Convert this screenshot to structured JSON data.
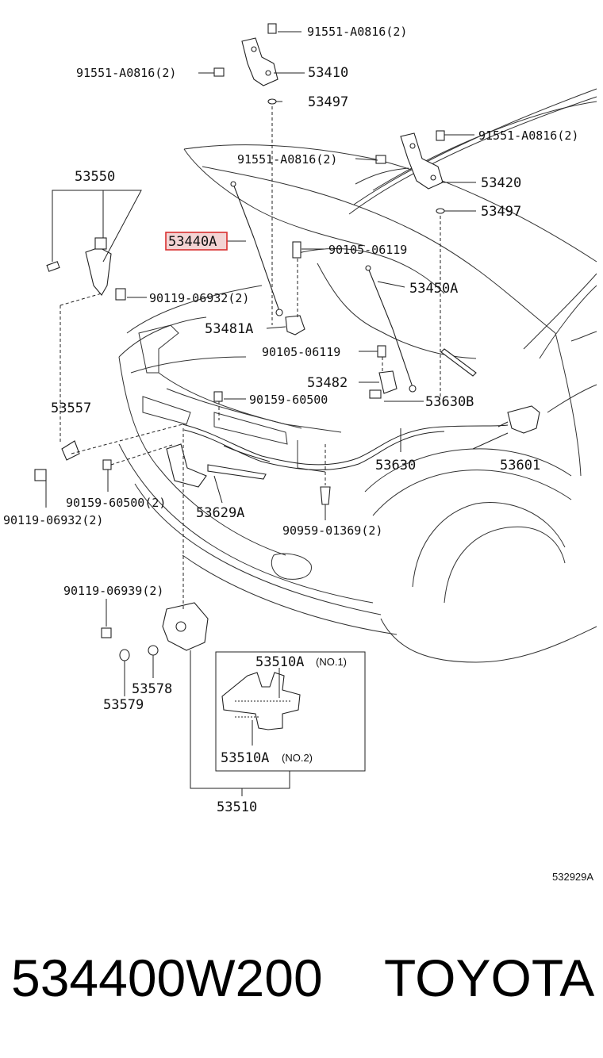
{
  "labels": {
    "hinge_bolt_top": "91551-A0816(2)",
    "hinge_bolt_left": "91551-A0816(2)",
    "hinge_left": "53410",
    "washer_left": "53497",
    "hinge_bolt_mid": "91551-A0816(2)",
    "hinge_bolt_right": "91551-A0816(2)",
    "hinge_right": "53420",
    "washer_right": "53497",
    "lock_assembly_top": "53550",
    "strut_left": "53440A",
    "stud_upper": "90105-06119",
    "strut_right": "53450A",
    "bolt_lock_upper": "90119-06932(2)",
    "bracket_left": "53481A",
    "stud_lower": "90105-06119",
    "bracket_right": "53482",
    "support_b": "53630B",
    "bolt_60500_upper": "90159-60500",
    "part_53557": "53557",
    "cable_53630": "53630",
    "handle_53601": "53601",
    "bolt_60500_lower": "90159-60500(2)",
    "bolt_lock_lower": "90119-06932(2)",
    "bracket_53629a": "53629A",
    "clip_01369": "90959-01369(2)",
    "bolt_06939": "90119-06939(2)",
    "part_53578": "53578",
    "part_53579": "53579",
    "lock_no1": "53510A",
    "lock_no1_sub": "(NO.1)",
    "lock_no2": "53510A",
    "lock_no2_sub": "(NO.2)",
    "lock_assembly": "53510"
  },
  "diagram_ref": "532929A",
  "footer": {
    "part_number": "534400W200",
    "brand": "TOYOTA"
  },
  "highlight_color": "#d93030"
}
